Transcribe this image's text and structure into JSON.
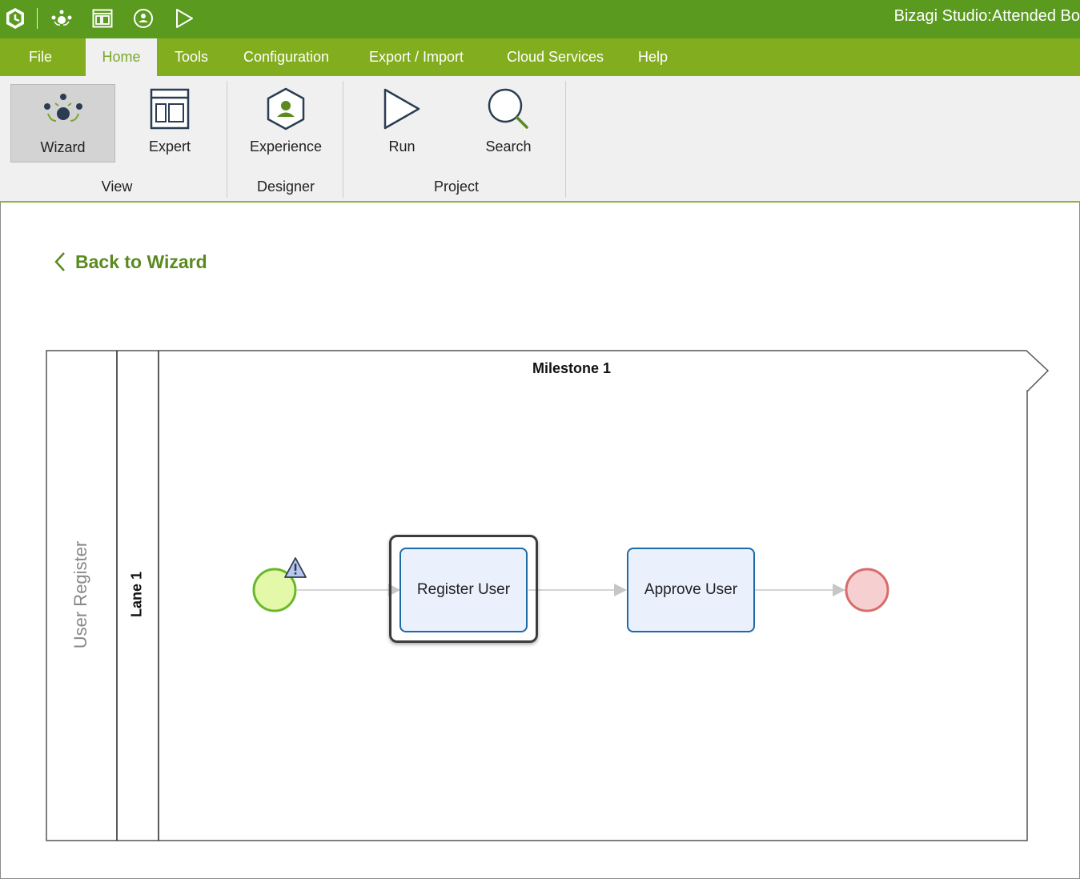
{
  "titlebar": {
    "app_title": "Bizagi Studio:Attended Bo",
    "quick_access": [
      "bizagi-logo-icon",
      "wizard-icon",
      "expert-icon",
      "experience-icon",
      "run-icon"
    ]
  },
  "menu": {
    "items": [
      "File",
      "Home",
      "Tools",
      "Configuration",
      "Export / Import",
      "Cloud Services",
      "Help"
    ],
    "active": "Home"
  },
  "ribbon": {
    "view": {
      "group_label": "View",
      "wizard_label": "Wizard",
      "expert_label": "Expert"
    },
    "designer": {
      "group_label": "Designer",
      "experience_label": "Experience"
    },
    "project": {
      "group_label": "Project",
      "run_label": "Run",
      "search_label": "Search"
    }
  },
  "back_link": {
    "label": "Back to Wizard"
  },
  "diagram": {
    "pool_label": "User Register",
    "lane_label": "Lane 1",
    "milestone_label": "Milestone 1",
    "tasks": [
      "Register User",
      "Approve User"
    ],
    "selected_task": "Register User",
    "start_event_has_warning": true
  },
  "colors": {
    "titlebar": "#5a9b1f",
    "menubar": "#82ad1f",
    "accent_green": "#5a8a1f",
    "task_border": "#1e6aa6",
    "task_fill": "#eaf0fc",
    "start_event_fill": "#e3f8a8",
    "start_event_stroke": "#68b82a",
    "end_event_fill": "#f6d0d0",
    "end_event_stroke": "#d96b6b"
  }
}
